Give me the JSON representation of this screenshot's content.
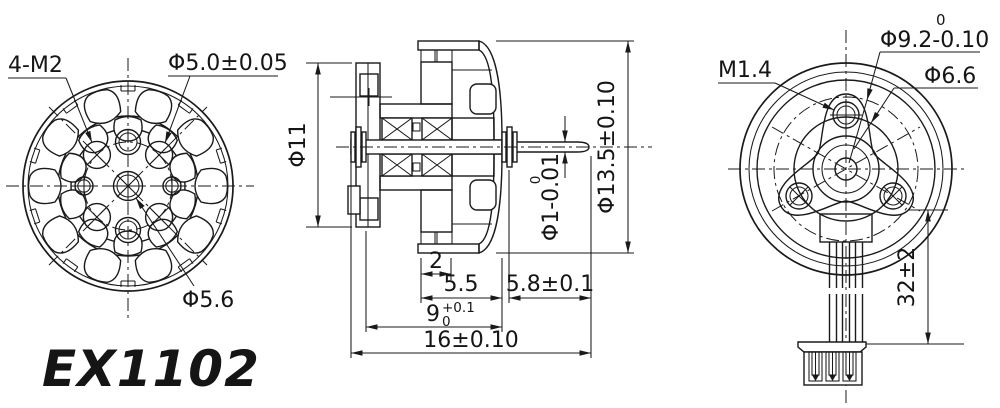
{
  "title": {
    "model": "EX1102",
    "color": "#e02020"
  },
  "front_view": {
    "bolt_holes": "4-M2",
    "hole_dia": "Φ5.0±0.05",
    "hub_dia": "Φ5.6"
  },
  "section_view": {
    "flange_dia": "Φ11",
    "shaft_dia": "Φ1-0.01",
    "shaft_dia_upper": "0",
    "bell_dia": "Φ13.5±0.10",
    "magnet_width": "2",
    "body_len": "5.5",
    "shaft_len": "5.8±0.1",
    "mount_len": "9",
    "mount_len_upper": "+0.1",
    "mount_len_lower": "0",
    "total_len": "16±0.10"
  },
  "rear_view": {
    "screw_thread": "M1.4",
    "mount_circle_upper": "0",
    "mount_circle_dia": "Φ9.2-0.10",
    "boss_dia": "Φ6.6",
    "wire_len": "32±2"
  }
}
